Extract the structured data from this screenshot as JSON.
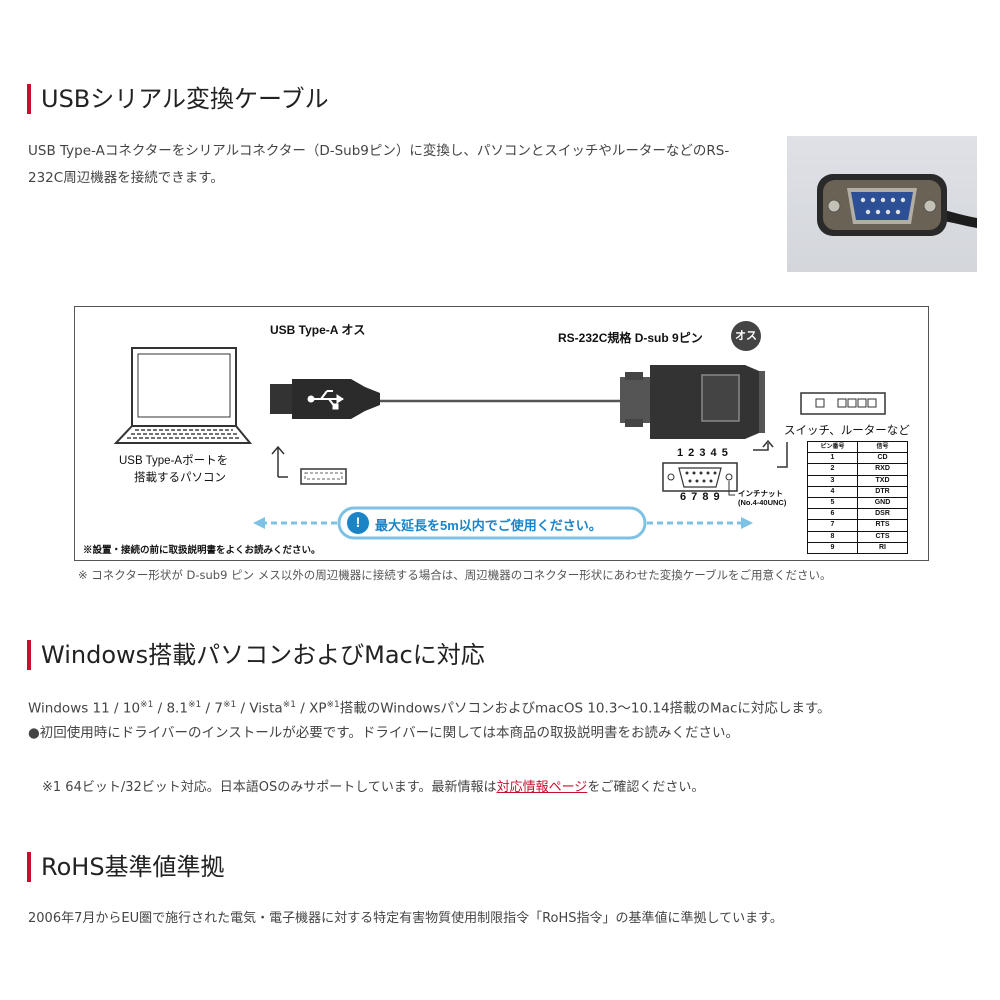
{
  "sections": {
    "usb": {
      "title": "USBシリアル変換ケーブル",
      "desc_line1": "USB Type-Aコネクターをシリアルコネクター（D-Sub9ピン）に変換し、パソコンとスイッチやルーターなどのRS-",
      "desc_line2": "232C周辺機器を接続できます。"
    },
    "windows": {
      "title": "Windows搭載パソコンおよびMacに対応",
      "os": {
        "win11": "Windows 11 / 10",
        "v81": " / 8.1",
        "v7": " / 7",
        "vista": " / Vista",
        "xp": " / XP",
        "sup": "※1",
        "rest": "搭載のWindowsパソコンおよびmacOS 10.3～10.14搭載のMacに対応します。"
      },
      "driver_note": "●初回使用時にドライバーのインストールが必要です。ドライバーに関しては本商品の取扱説明書をお読みください。",
      "footnote_pre": "※1 64ビット/32ビット対応。日本語OSのみサポートしています。最新情報は",
      "footnote_link": "対応情報ページ",
      "footnote_post": "をご確認ください。"
    },
    "rohs": {
      "title": "RoHS基準値準拠",
      "desc": "2006年7月からEU圏で施行された電気・電子機器に対する特定有害物質使用制限指令「RoHS指令」の基準値に準拠しています。"
    }
  },
  "diagram": {
    "usb_label": "USB Type-A オス",
    "rs_label": "RS-232C規格 D-sub 9ピン",
    "osu_badge": "オス",
    "pc_label_1": "USB Type-Aポートを",
    "pc_label_2": "搭載するパソコン",
    "switch_label": "スイッチ、ルーターなど",
    "pins_top": "1 2 3 4 5",
    "pins_bottom": "6 7 8 9",
    "screw_label_1": "インチナット",
    "screw_label_2": "(No.4-40UNC)",
    "max_length": "最大延長を5m以内でご使用ください。",
    "notice_icon": "!",
    "caution": "※設置・接続の前に取扱説明書をよくお読みください。",
    "pin_table": {
      "headers": [
        "ピン番号",
        "信号"
      ],
      "rows": [
        [
          "1",
          "CD"
        ],
        [
          "2",
          "RXD"
        ],
        [
          "3",
          "TXD"
        ],
        [
          "4",
          "DTR"
        ],
        [
          "5",
          "GND"
        ],
        [
          "6",
          "DSR"
        ],
        [
          "7",
          "RTS"
        ],
        [
          "8",
          "CTS"
        ],
        [
          "9",
          "RI"
        ]
      ]
    }
  },
  "diagram_note": "※ コネクター形状が D-sub9 ピン メス以外の周辺機器に接続する場合は、周辺機器のコネクター形状にあわせた変換ケーブルをご用意ください。",
  "colors": {
    "accent": "#c8102e",
    "notice_blue": "#1a84c7",
    "dashed_blue": "#7fc1e4"
  }
}
